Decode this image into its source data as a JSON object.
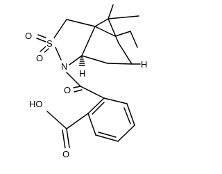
{
  "atoms": {
    "sulfonyl_o_left": "O",
    "sulfonyl_s": "S",
    "sulfonyl_o_bottom": "O",
    "ring_n": "N",
    "amide_o": "O",
    "bridgehead_h": "H",
    "stereo_h": "H",
    "acid_oh": "HO",
    "acid_o": "O"
  },
  "colors": {
    "ink": "#000000",
    "background": "#ffffff"
  }
}
